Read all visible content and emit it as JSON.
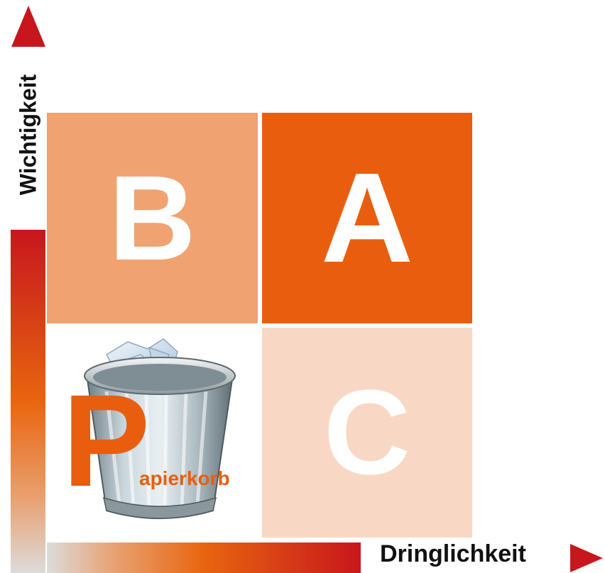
{
  "axes": {
    "vertical_label": "Wichtigkeit",
    "horizontal_label": "Dringlichkeit"
  },
  "quadrants": {
    "top_left": "B",
    "top_right": "A",
    "bottom_right": "C"
  },
  "papierkorb": {
    "big_letter": "P",
    "rest": "apierkorb"
  },
  "colors": {
    "arrow_red": "#c8161d",
    "orange": "#e95e0e",
    "light_orange": "#f0a271",
    "pale_orange": "#f8d8c4"
  },
  "icons": [
    "up-arrow-icon",
    "right-arrow-icon",
    "trash-can-icon"
  ]
}
